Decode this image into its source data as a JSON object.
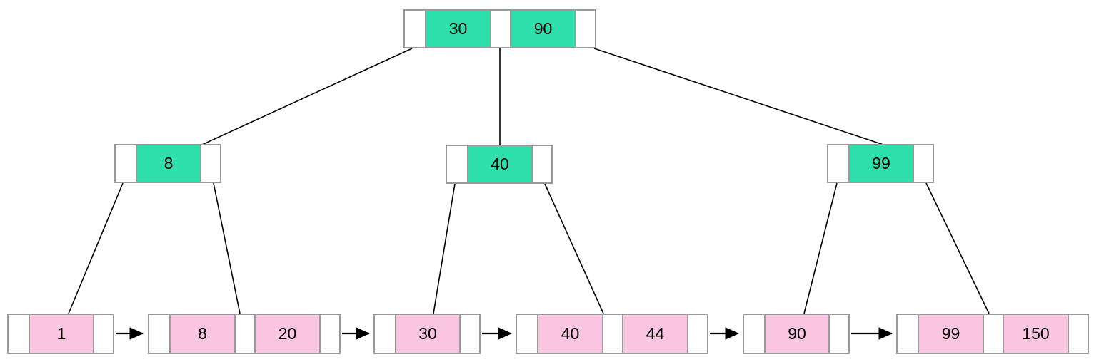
{
  "colors": {
    "internal_key_fill": "#2EDFAC",
    "leaf_key_fill": "#F9C5E0",
    "cell_border": "#999999",
    "edge": "#000000",
    "background": "#FFFFFF",
    "text": "#000000"
  },
  "tree": {
    "root": {
      "keys": [
        "30",
        "90"
      ]
    },
    "internal_nodes": [
      {
        "keys": [
          "8"
        ]
      },
      {
        "keys": [
          "40"
        ]
      },
      {
        "keys": [
          "99"
        ]
      }
    ],
    "leaf_nodes": [
      {
        "keys": [
          "1"
        ]
      },
      {
        "keys": [
          "8",
          "20"
        ]
      },
      {
        "keys": [
          "30"
        ]
      },
      {
        "keys": [
          "40",
          "44"
        ]
      },
      {
        "keys": [
          "90"
        ]
      },
      {
        "keys": [
          "99",
          "150"
        ]
      }
    ],
    "structure": {
      "root_children": [
        "internal-node-8",
        "internal-node-40",
        "internal-node-99"
      ],
      "internal_node_8_children": [
        "leaf-node-1",
        "leaf-node-8-20"
      ],
      "internal_node_40_children": [
        "leaf-node-30",
        "leaf-node-40-44"
      ],
      "internal_node_99_children": [
        "leaf-node-90",
        "leaf-node-99-150"
      ],
      "leaf_chain": [
        "leaf-node-1",
        "leaf-node-8-20",
        "leaf-node-30",
        "leaf-node-40-44",
        "leaf-node-90",
        "leaf-node-99-150"
      ]
    }
  }
}
